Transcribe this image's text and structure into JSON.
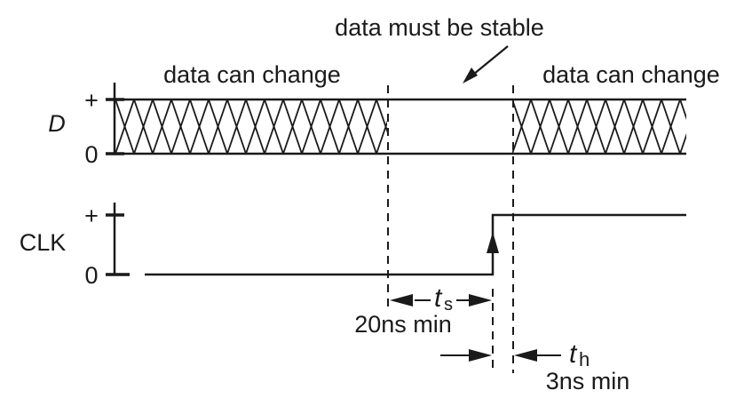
{
  "diagram": {
    "type": "timing-diagram",
    "annotations": {
      "stable_label": "data must be stable",
      "change_left": "data can change",
      "change_right": "data can change"
    },
    "signals": {
      "d": {
        "name": "D",
        "high_label": "+",
        "low_label": "0"
      },
      "clk": {
        "name": "CLK",
        "high_label": "+",
        "low_label": "0",
        "edge": "rising"
      }
    },
    "setup": {
      "symbol": "t",
      "subscript": "s",
      "value": "20ns min"
    },
    "hold": {
      "symbol": "t",
      "subscript": "h",
      "value": "3ns min"
    },
    "colors": {
      "ink": "#1a1a1a",
      "background": "#ffffff"
    }
  }
}
